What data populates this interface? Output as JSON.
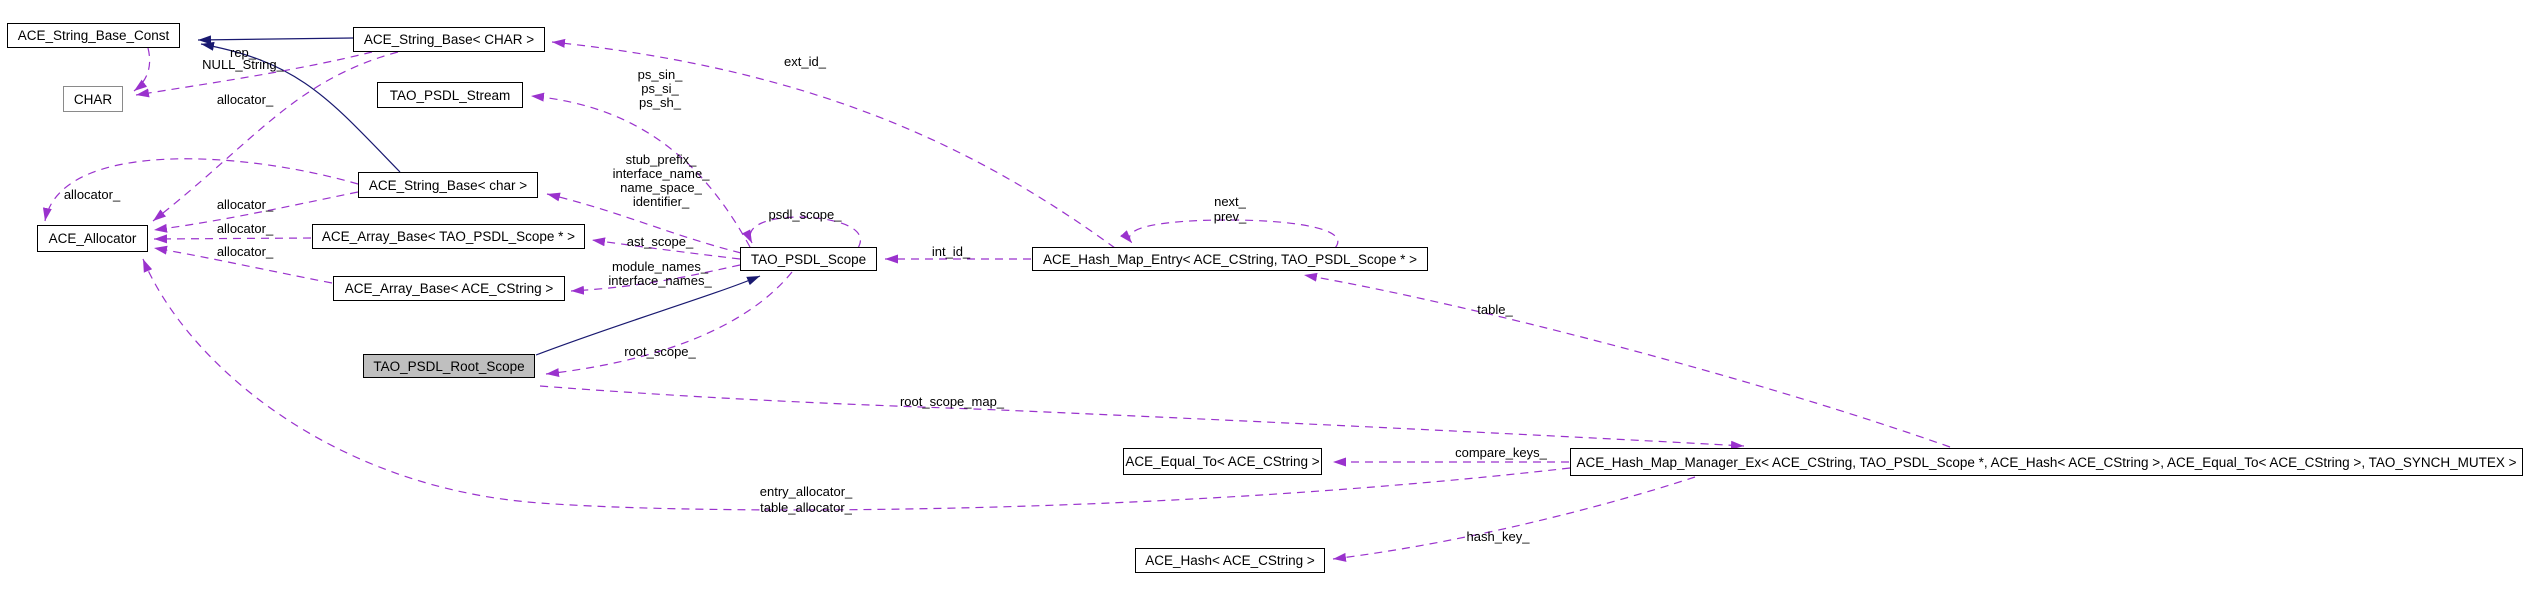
{
  "diagram": {
    "kind": "doxygen-collaboration-graph",
    "colors": {
      "background": "#ffffff",
      "member_edge": "#9a32cd",
      "inheritance_edge": "#191970",
      "node_fill": "#ffffff",
      "node_border": "#000000",
      "highlighted_node_fill": "#bfbfbf"
    },
    "nodes": [
      {
        "label": "ACE_String_Base_Const"
      },
      {
        "label": "ACE_String_Base< CHAR >"
      },
      {
        "label": "CHAR"
      },
      {
        "label": "TAO_PSDL_Stream"
      },
      {
        "label": "ACE_String_Base< char >"
      },
      {
        "label": "ACE_Allocator"
      },
      {
        "label": "ACE_Array_Base< TAO_PSDL_Scope * >"
      },
      {
        "label": "ACE_Array_Base< ACE_CString >"
      },
      {
        "label": "TAO_PSDL_Scope"
      },
      {
        "label": "TAO_PSDL_Root_Scope",
        "highlighted": true
      },
      {
        "label": "ACE_Hash_Map_Entry< ACE_CString, TAO_PSDL_Scope * >"
      },
      {
        "label": "ACE_Equal_To< ACE_CString >"
      },
      {
        "label": "ACE_Hash_Map_Manager_Ex< ACE_CString, TAO_PSDL_Scope *, ACE_Hash< ACE_CString >, ACE_Equal_To< ACE_CString >, TAO_SYNCH_MUTEX >"
      },
      {
        "label": "ACE_Hash< ACE_CString >"
      }
    ],
    "labels": [
      {
        "text": "rep_"
      },
      {
        "text": "NULL_String_"
      },
      {
        "text": "allocator_"
      },
      {
        "text": "allocator_"
      },
      {
        "text": "allocator_"
      },
      {
        "text": "allocator_"
      },
      {
        "text": "allocator_"
      },
      {
        "text": "ext_id_"
      },
      {
        "text": "ps_sin_"
      },
      {
        "text": "ps_si_"
      },
      {
        "text": "ps_sh_"
      },
      {
        "text": "stub_prefix_"
      },
      {
        "text": "interface_name_"
      },
      {
        "text": "name_space_"
      },
      {
        "text": "identifier_"
      },
      {
        "text": "ast_scope_"
      },
      {
        "text": "module_names_"
      },
      {
        "text": "interface_names_"
      },
      {
        "text": "psdl_scope_"
      },
      {
        "text": "int_id_"
      },
      {
        "text": "next_"
      },
      {
        "text": "prev_"
      },
      {
        "text": "table_"
      },
      {
        "text": "root_scope_"
      },
      {
        "text": "root_scope_map_"
      },
      {
        "text": "compare_keys_"
      },
      {
        "text": "entry_allocator_"
      },
      {
        "text": "table_allocator_"
      },
      {
        "text": "hash_key_"
      }
    ]
  }
}
